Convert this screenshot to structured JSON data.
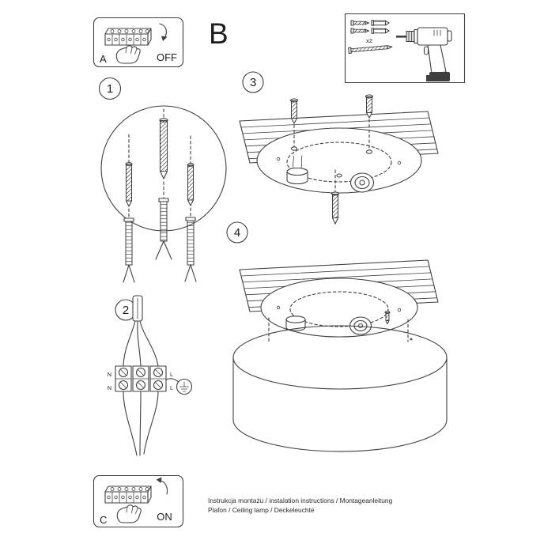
{
  "document": {
    "background_color": "#ffffff",
    "line_color": "#3f3f3f"
  },
  "panel_a": {
    "label": "A",
    "switch_state": "OFF"
  },
  "section_label": "B",
  "hardware_box": {
    "quantity_label": "x2"
  },
  "steps": {
    "step1": {
      "number": "1"
    },
    "step2": {
      "number": "2",
      "wire_labels": {
        "top_left": "N",
        "top_right": "L",
        "bottom_left": "N",
        "bottom_right": "L"
      }
    },
    "step3": {
      "number": "3"
    },
    "step4": {
      "number": "4"
    }
  },
  "panel_c": {
    "label": "C",
    "switch_state": "ON"
  },
  "footer": {
    "line1": "Instrukcja montażu / instalation instructions / Montageanleitung",
    "line2": "Plafon / Ceiling lamp / Deckeleuchte"
  },
  "icons": {
    "terminal_strip_icon": "screw terminal strip",
    "hand_icon": "hand inserting wire",
    "rotate_arrow_icon": "curved rotation arrow",
    "wall_plug_icon": "expansion wall plug",
    "screw_icon": "mounting screw",
    "drill_icon": "cordless drill",
    "ground_icon": "earth ground symbol",
    "ceiling_panel": "ceiling section",
    "mounting_plate": "round mounting plate",
    "lamp_socket_icon": "lamp socket",
    "lampshade": "drum lampshade"
  }
}
